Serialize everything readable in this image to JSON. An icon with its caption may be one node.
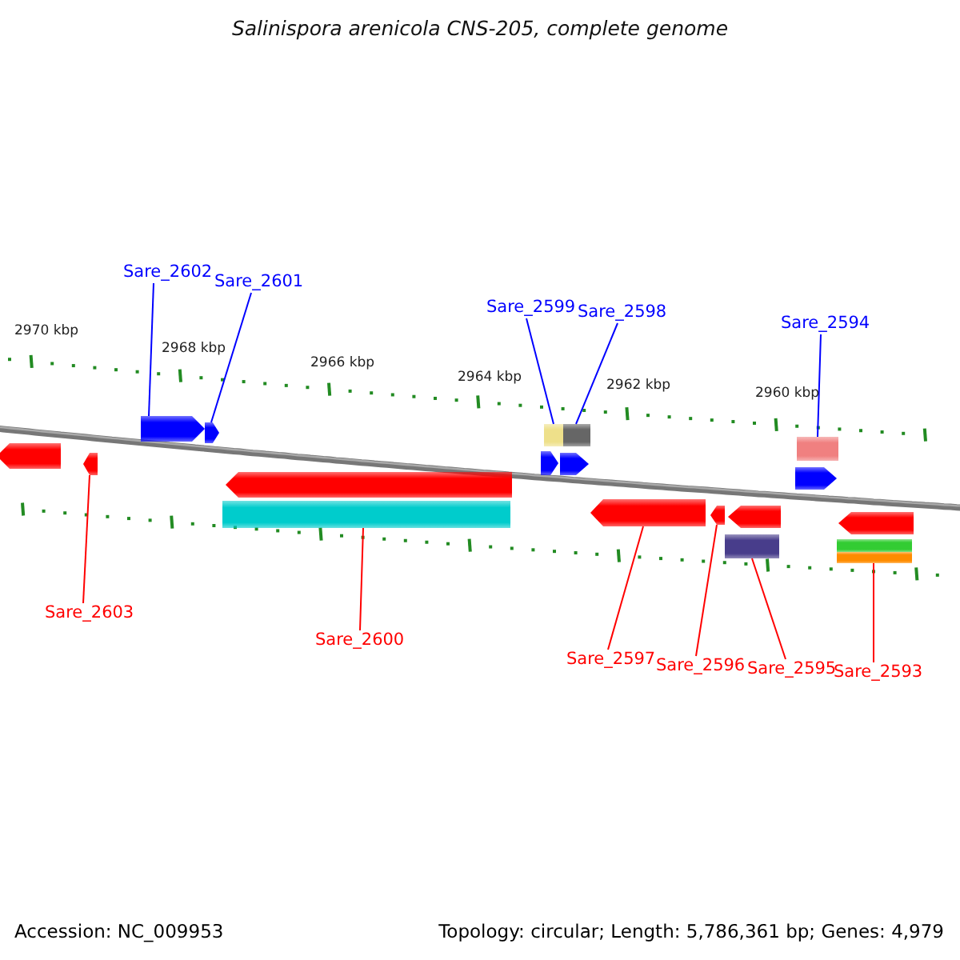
{
  "diagram": {
    "title": "Salinispora arenicola CNS-205, complete genome",
    "nodes": [
      {
        "text": [
          "Sare_2602"
        ]
      },
      {
        "text": [
          "Sare_2601"
        ]
      },
      {
        "text": [
          "Sare_2599"
        ]
      },
      {
        "text": [
          "Sare_2598"
        ]
      },
      {
        "text": [
          "Sare_2594"
        ]
      },
      {
        "text": [
          "Sare_2603"
        ]
      },
      {
        "text": [
          "Sare_2600"
        ]
      },
      {
        "text": [
          "Sare_2597"
        ]
      },
      {
        "text": [
          "Sare_2596"
        ]
      },
      {
        "text": [
          "Sare_2595"
        ]
      },
      {
        "text": [
          "Sare_2593"
        ]
      },
      {
        "text": [],
        "shape": "pentagon"
      },
      {
        "text": [],
        "shape": "pentagon"
      },
      {
        "text": [],
        "shape": "pentagon"
      },
      {
        "text": [],
        "shape": "pentagon"
      },
      {
        "text": [],
        "shape": "pentagon"
      },
      {
        "text": [],
        "shape": "bar"
      },
      {
        "text": [],
        "shape": "bar"
      },
      {
        "text": [],
        "shape": "bar"
      },
      {
        "text": [],
        "shape": "pentagon"
      },
      {
        "text": [],
        "shape": "pentagon"
      },
      {
        "text": [],
        "shape": "pentagon"
      },
      {
        "text": [],
        "shape": "pentagon"
      },
      {
        "text": [],
        "shape": "pentagon"
      },
      {
        "text": [],
        "shape": "bar"
      },
      {
        "text": [],
        "shape": "bar"
      },
      {
        "text": [],
        "shape": "pentagon"
      },
      {
        "text": [],
        "shape": "pentagon"
      },
      {
        "text": [],
        "shape": "bar"
      },
      {
        "text": [],
        "shape": "bar"
      }
    ],
    "edges": [
      {
        "from": 0,
        "to": 13,
        "arrow": "none",
        "color": "#0000ff"
      },
      {
        "from": 1,
        "to": 14,
        "arrow": "none",
        "color": "#0000ff"
      },
      {
        "from": 2,
        "to": 17,
        "arrow": "none",
        "color": "#0000ff"
      },
      {
        "from": 3,
        "to": 18,
        "arrow": "none",
        "color": "#0000ff"
      },
      {
        "from": 4,
        "to": 25,
        "arrow": "none",
        "color": "#0000ff"
      },
      {
        "from": 5,
        "to": 12,
        "arrow": "none"
      },
      {
        "from": 6,
        "to": 16,
        "arrow": "none"
      },
      {
        "from": 7,
        "to": 21,
        "arrow": "none"
      },
      {
        "from": 8,
        "to": 22,
        "arrow": "none"
      },
      {
        "from": 9,
        "to": 24,
        "arrow": "none"
      },
      {
        "from": 10,
        "to": 29,
        "arrow": "none"
      }
    ],
    "labels": [
      "2970 kbp",
      "2968 kbp",
      "2966 kbp",
      "2964 kbp",
      "2962 kbp",
      "2960 kbp",
      "Accession: NC_009953",
      "Topology: circular; Length: 5,786,361 bp; Genes: 4,979"
    ]
  }
}
